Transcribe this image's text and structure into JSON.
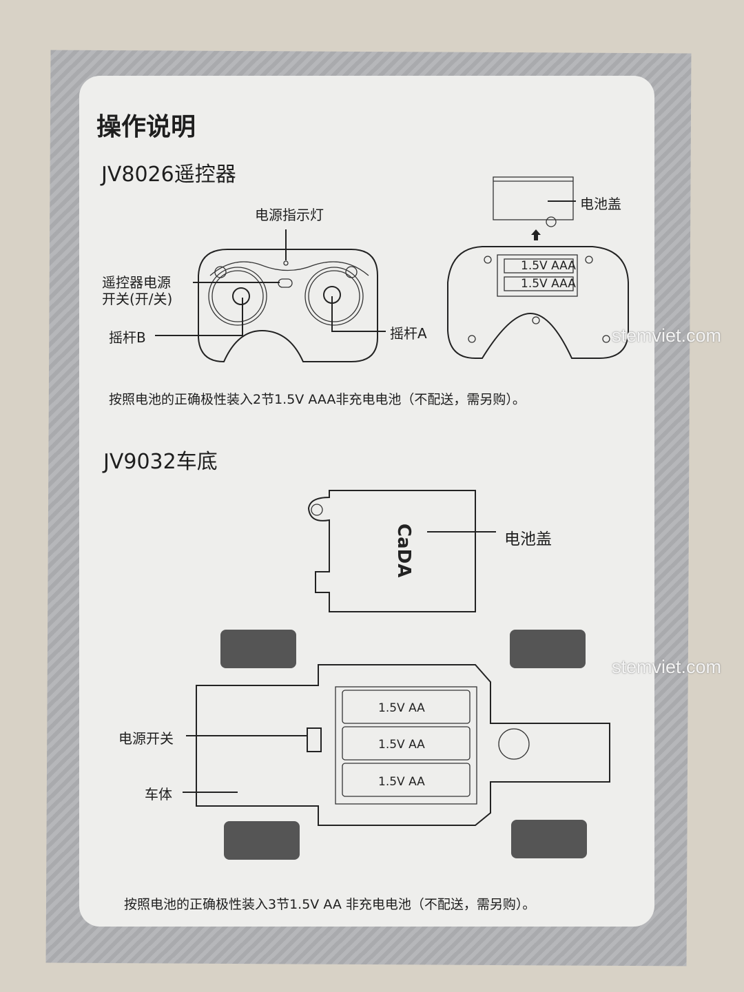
{
  "title": "操作说明",
  "remote": {
    "heading": "JV8026遥控器",
    "labels": {
      "power_indicator": "电源指示灯",
      "power_switch_line1": "遥控器电源",
      "power_switch_line2": "开关(开/关)",
      "joystick_b": "摇杆B",
      "joystick_a": "摇杆A",
      "battery_cover": "电池盖",
      "battery_label": "1.5V AAA"
    },
    "note": "按照电池的正确极性装入2节1.5V AAA非充电电池（不配送，需另购）。"
  },
  "chassis": {
    "heading": "JV9032车底",
    "labels": {
      "battery_cover": "电池盖",
      "power_switch": "电源开关",
      "body": "车体",
      "battery_label": "1.5V AA"
    },
    "note": "按照电池的正确极性装入3节1.5V AA 非充电电池（不配送，需另购）。"
  },
  "watermark": "stemviet.com"
}
